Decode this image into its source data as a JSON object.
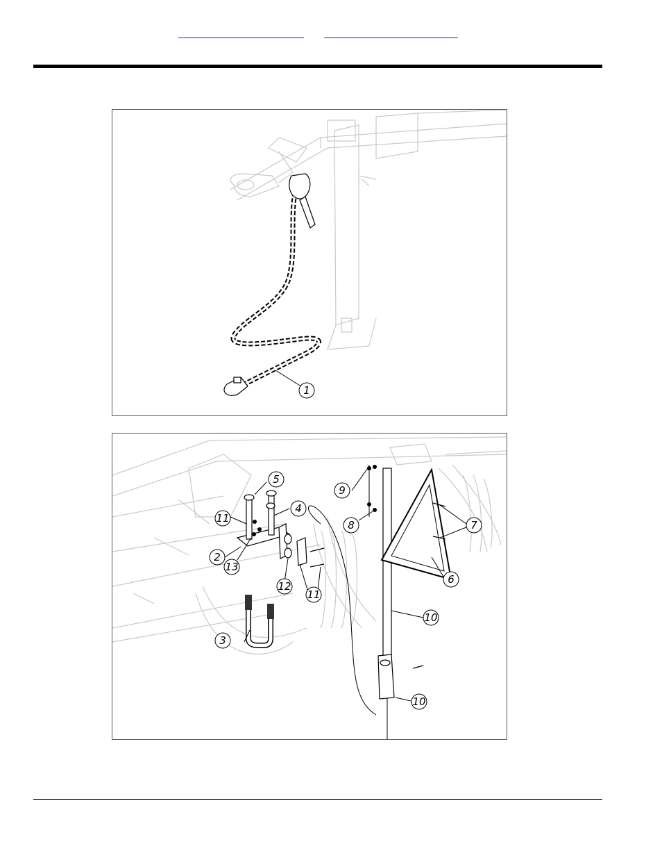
{
  "header": {
    "links": [
      "",
      ""
    ]
  },
  "figure_top": {
    "callouts": [
      {
        "label": "1"
      }
    ]
  },
  "figure_bottom": {
    "callouts": [
      {
        "label": "5"
      },
      {
        "label": "4"
      },
      {
        "label": "11"
      },
      {
        "label": "2"
      },
      {
        "label": "13"
      },
      {
        "label": "12"
      },
      {
        "label": "11"
      },
      {
        "label": "3"
      },
      {
        "label": "9"
      },
      {
        "label": "8"
      },
      {
        "label": "7"
      },
      {
        "label": "6"
      },
      {
        "label": "10"
      },
      {
        "label": "10"
      }
    ]
  }
}
